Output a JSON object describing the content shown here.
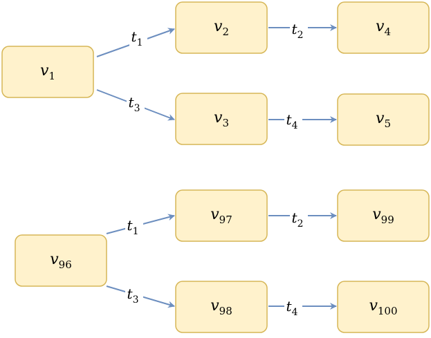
{
  "colors": {
    "node_fill": "#fff2cc",
    "node_stroke": "#d6b656",
    "edge": "#6c8ebf"
  },
  "nodes": [
    {
      "id": "v1",
      "base": "v",
      "sub": "1"
    },
    {
      "id": "v2",
      "base": "v",
      "sub": "2"
    },
    {
      "id": "v3",
      "base": "v",
      "sub": "3"
    },
    {
      "id": "v4",
      "base": "v",
      "sub": "4"
    },
    {
      "id": "v5",
      "base": "v",
      "sub": "5"
    },
    {
      "id": "v96",
      "base": "v",
      "sub": "96"
    },
    {
      "id": "v97",
      "base": "v",
      "sub": "97"
    },
    {
      "id": "v98",
      "base": "v",
      "sub": "98"
    },
    {
      "id": "v99",
      "base": "v",
      "sub": "99"
    },
    {
      "id": "v100",
      "base": "v",
      "sub": "100"
    }
  ],
  "edges": [
    {
      "from": "v1",
      "to": "v2",
      "base": "t",
      "sub": "1"
    },
    {
      "from": "v1",
      "to": "v3",
      "base": "t",
      "sub": "3"
    },
    {
      "from": "v2",
      "to": "v4",
      "base": "t",
      "sub": "2"
    },
    {
      "from": "v3",
      "to": "v5",
      "base": "t",
      "sub": "4"
    },
    {
      "from": "v96",
      "to": "v97",
      "base": "t",
      "sub": "1"
    },
    {
      "from": "v96",
      "to": "v98",
      "base": "t",
      "sub": "3"
    },
    {
      "from": "v97",
      "to": "v99",
      "base": "t",
      "sub": "2"
    },
    {
      "from": "v98",
      "to": "v100",
      "base": "t",
      "sub": "4"
    }
  ]
}
